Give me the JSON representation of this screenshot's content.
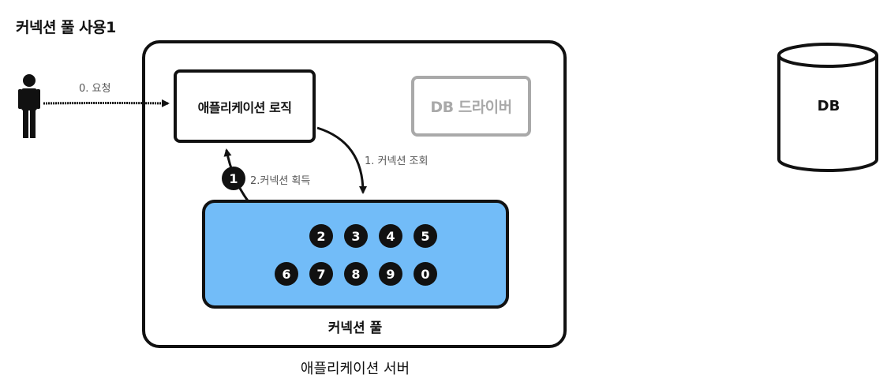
{
  "title": "커넥션 풀 사용1",
  "server": {
    "label": "애플리케이션 서버"
  },
  "logic": {
    "label": "애플리케이션 로직"
  },
  "driver": {
    "label": "DB 드라이버"
  },
  "pool": {
    "label": "커넥션 풀",
    "row1": [
      "2",
      "3",
      "4",
      "5"
    ],
    "row2": [
      "6",
      "7",
      "8",
      "9",
      "0"
    ]
  },
  "taken_connection": "1",
  "db": {
    "label": "DB"
  },
  "edges": {
    "request": "0. 요청",
    "lookup": "1. 커넥션 조회",
    "acquire": "2.커넥션 획득"
  }
}
